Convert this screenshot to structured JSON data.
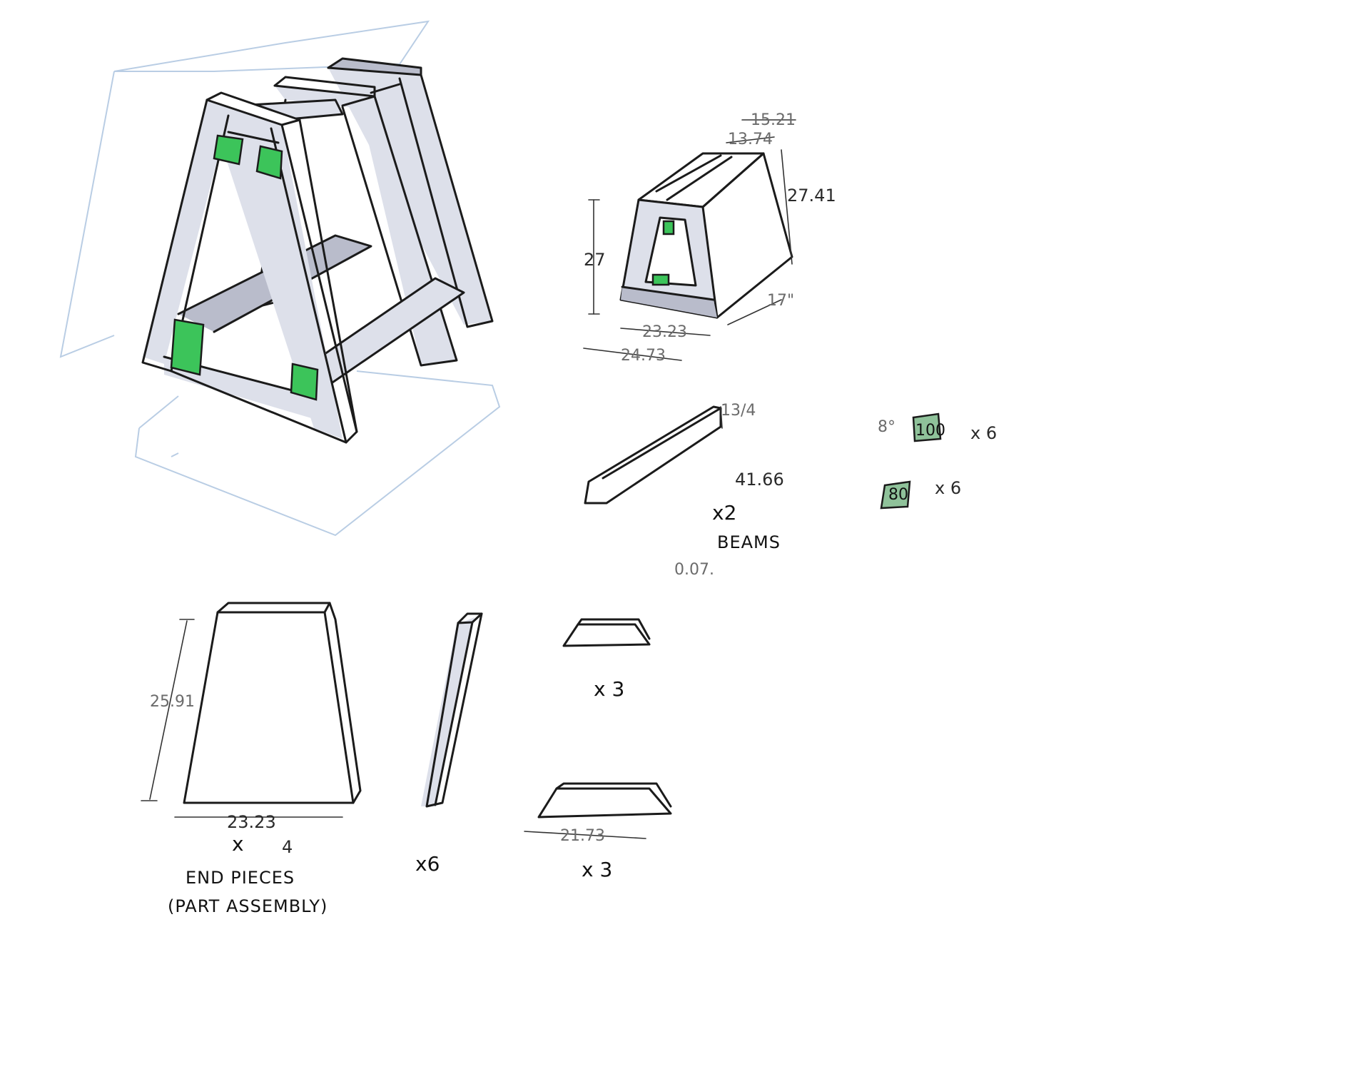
{
  "assembled_view": {
    "label_width_top_outer": "15.21",
    "label_width_top_inner": "13.74",
    "label_height_back": "27.41",
    "label_height_front": "27",
    "label_depth": "17\"",
    "label_base_inner": "23.23",
    "label_base_outer": "24.73"
  },
  "beam_part": {
    "label_section": "13/4",
    "label_length": "41.66",
    "label_count": "x2",
    "label_name": "BEAMS",
    "label_note": "0.07."
  },
  "wedge_parts": {
    "wedge_a_angle_1": "8°",
    "wedge_a_angle_2": "100",
    "wedge_a_count": "x 6",
    "wedge_b_angle": "80",
    "wedge_b_count": "x 6"
  },
  "end_piece_part": {
    "label_height": "25.91",
    "label_width": "23.23",
    "label_multiplier": "x",
    "label_count": "4",
    "label_name": "END PIECES",
    "label_subtitle": "(PART ASSEMBLY)"
  },
  "leg_part": {
    "label_count": "x6"
  },
  "rail_parts": {
    "short_rail_count": "x 3",
    "long_rail_length": "21.73",
    "long_rail_count": "x 3"
  },
  "colors": {
    "ink": "#1b1b1b",
    "wood_light": "#dde0ea",
    "wood_shadow": "#b9bccb",
    "joint_green": "#3cc45a",
    "guide_blue": "#b9cde4"
  }
}
